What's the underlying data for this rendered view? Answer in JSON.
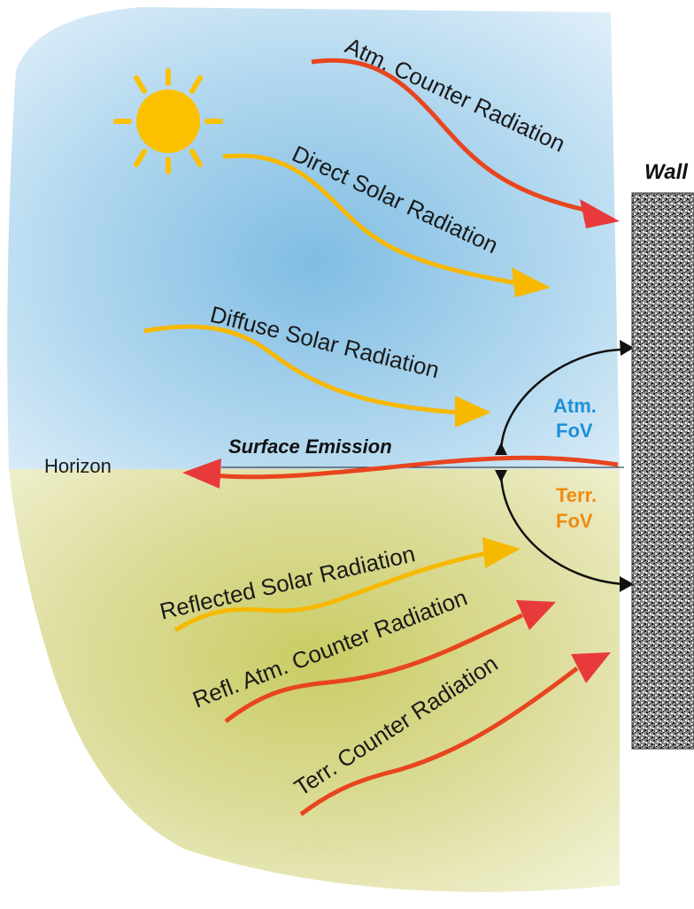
{
  "labels": {
    "atm_counter": "Atm. Counter Radiation",
    "direct_solar": "Direct Solar Radiation",
    "diffuse_solar": "Diffuse Solar Radiation",
    "surface_emission": "Surface Emission",
    "horizon": "Horizon",
    "reflected_solar": "Reflected Solar Radiation",
    "refl_atm_counter": "Refl. Atm. Counter Radiation",
    "terr_counter": "Terr. Counter Radiation",
    "wall": "Wall",
    "atm_fov_line1": "Atm.",
    "atm_fov_line2": "FoV",
    "terr_fov_line1": "Terr.",
    "terr_fov_line2": "FoV"
  },
  "colors": {
    "sky": "#7ab8e0",
    "ground": "#d8d98a",
    "solar": "#f7b800",
    "longwave": "#e8451f",
    "arrowhead_longwave": "#e83a3a",
    "atm_fov_text": "#1e8fd8",
    "terr_fov_text": "#f08a10",
    "sun": "#fbc100"
  },
  "icons": {
    "sun": "sun-icon",
    "wall": "wall-texture"
  }
}
